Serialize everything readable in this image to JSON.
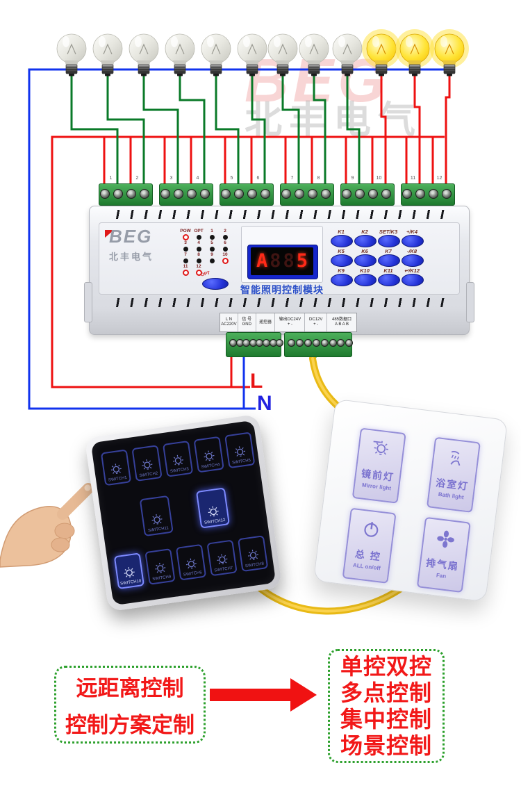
{
  "watermark": {
    "logo": "BEG",
    "brand": "北丰电气"
  },
  "diagram": {
    "bulbs": [
      "off",
      "off",
      "off",
      "off",
      "off",
      "off",
      "off",
      "off",
      "off",
      "on",
      "on",
      "on"
    ],
    "live_label": "L",
    "neutral_label": "N",
    "wire_colors": {
      "live": "#ee1111",
      "neutral": "#1133ee",
      "switched": "#0a7a28",
      "cable": "#e9ba16"
    }
  },
  "module": {
    "logo": "BEG",
    "brand": "北丰电气",
    "title": "智能照明控制模块",
    "channel_numbers": [
      "1",
      "2",
      "3",
      "4",
      "5",
      "6",
      "7",
      "8",
      "9",
      "10",
      "11",
      "12"
    ],
    "indicator_rows": [
      [
        "POW",
        "OPT",
        "1",
        "2"
      ],
      [
        "3",
        "4",
        "5",
        "6"
      ],
      [
        "7",
        "8",
        "9",
        "10"
      ],
      [
        "11",
        "12"
      ]
    ],
    "lit_indicators": [
      "POW",
      "10",
      "11",
      "12"
    ],
    "opt_button_label": "OPT",
    "display_digits": [
      {
        "char": "A",
        "lit": true
      },
      {
        "char": "8",
        "lit": false
      },
      {
        "char": "8",
        "lit": false
      },
      {
        "char": "5",
        "lit": true
      }
    ],
    "key_labels": [
      "K1",
      "K2",
      "SET/K3",
      "+/K4",
      "K5",
      "K6",
      "K7",
      "-/K8",
      "K9",
      "K10",
      "K11",
      "↵/K12"
    ],
    "terminal_groups": [
      {
        "line1": "L N",
        "line2": "AC220V"
      },
      {
        "line1": "信 号",
        "line2": "GND"
      },
      {
        "line1": "遥控器",
        "line2": ""
      },
      {
        "line1": "输出DC24V",
        "line2": "+ -"
      },
      {
        "line1": "DC12V",
        "line2": "+ -"
      },
      {
        "line1": "485数据口",
        "line2": "A B A B"
      }
    ]
  },
  "black_panel": {
    "rows": [
      [
        "SWITCH1",
        "SWITCH2",
        "SWITCH3",
        "SWITCH4",
        "SWITCH5"
      ],
      [
        "SWITCH11",
        "SWITCH12"
      ],
      [
        "SWITCH10",
        "SWITCH9",
        "SWITCH6",
        "SWITCH7",
        "SWITCH8"
      ]
    ],
    "active_keys": [
      "SWITCH12",
      "SWITCH10"
    ]
  },
  "white_panel": {
    "keys": [
      {
        "zh": "镜前灯",
        "en": "Mirror light",
        "icon": "mirror-light-icon"
      },
      {
        "zh": "浴室灯",
        "en": "Bath light",
        "icon": "bath-light-icon"
      },
      {
        "zh": "总 控",
        "en": "ALL on/off",
        "icon": "power-icon"
      },
      {
        "zh": "排气扇",
        "en": "Fan",
        "icon": "fan-icon"
      }
    ]
  },
  "promo": {
    "left_lines": [
      "远距离控制",
      "控制方案定制"
    ],
    "right_lines": [
      "单控双控",
      "多点控制",
      "集中控制",
      "场景控制"
    ]
  }
}
